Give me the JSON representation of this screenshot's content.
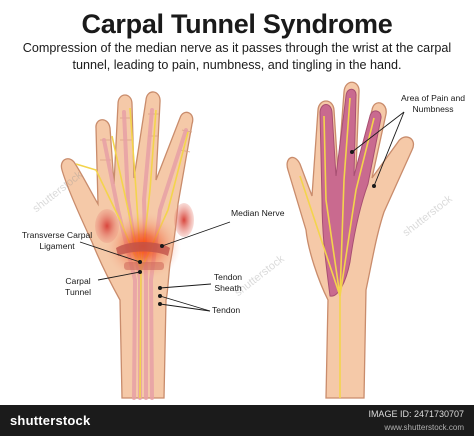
{
  "title": "Carpal Tunnel Syndrome",
  "subtitle": "Compression of the median nerve as it passes through the wrist at the carpal tunnel, leading to pain, numbness, and tingling in the hand.",
  "labels": {
    "median_nerve": "Median Nerve",
    "transverse_ligament": "Transverse Carpal Ligament",
    "carpal_tunnel": "Carpal Tunnel",
    "tendon_sheath": "Tendon Sheath",
    "tendon": "Tendon",
    "pain_area": "Area of Pain and Numbness"
  },
  "watermark": "shutterstock",
  "footer": {
    "brand": "shutterstock",
    "image_id": "IMAGE ID: 2471730707",
    "site": "www.shutterstock.com"
  },
  "colors": {
    "skin": "#f5c9a8",
    "skin_outline": "#c98c6c",
    "tendon": "#e8a0a6",
    "nerve": "#f3d44c",
    "pain": "#c96a8f",
    "inflammation": "#e63a1e"
  }
}
